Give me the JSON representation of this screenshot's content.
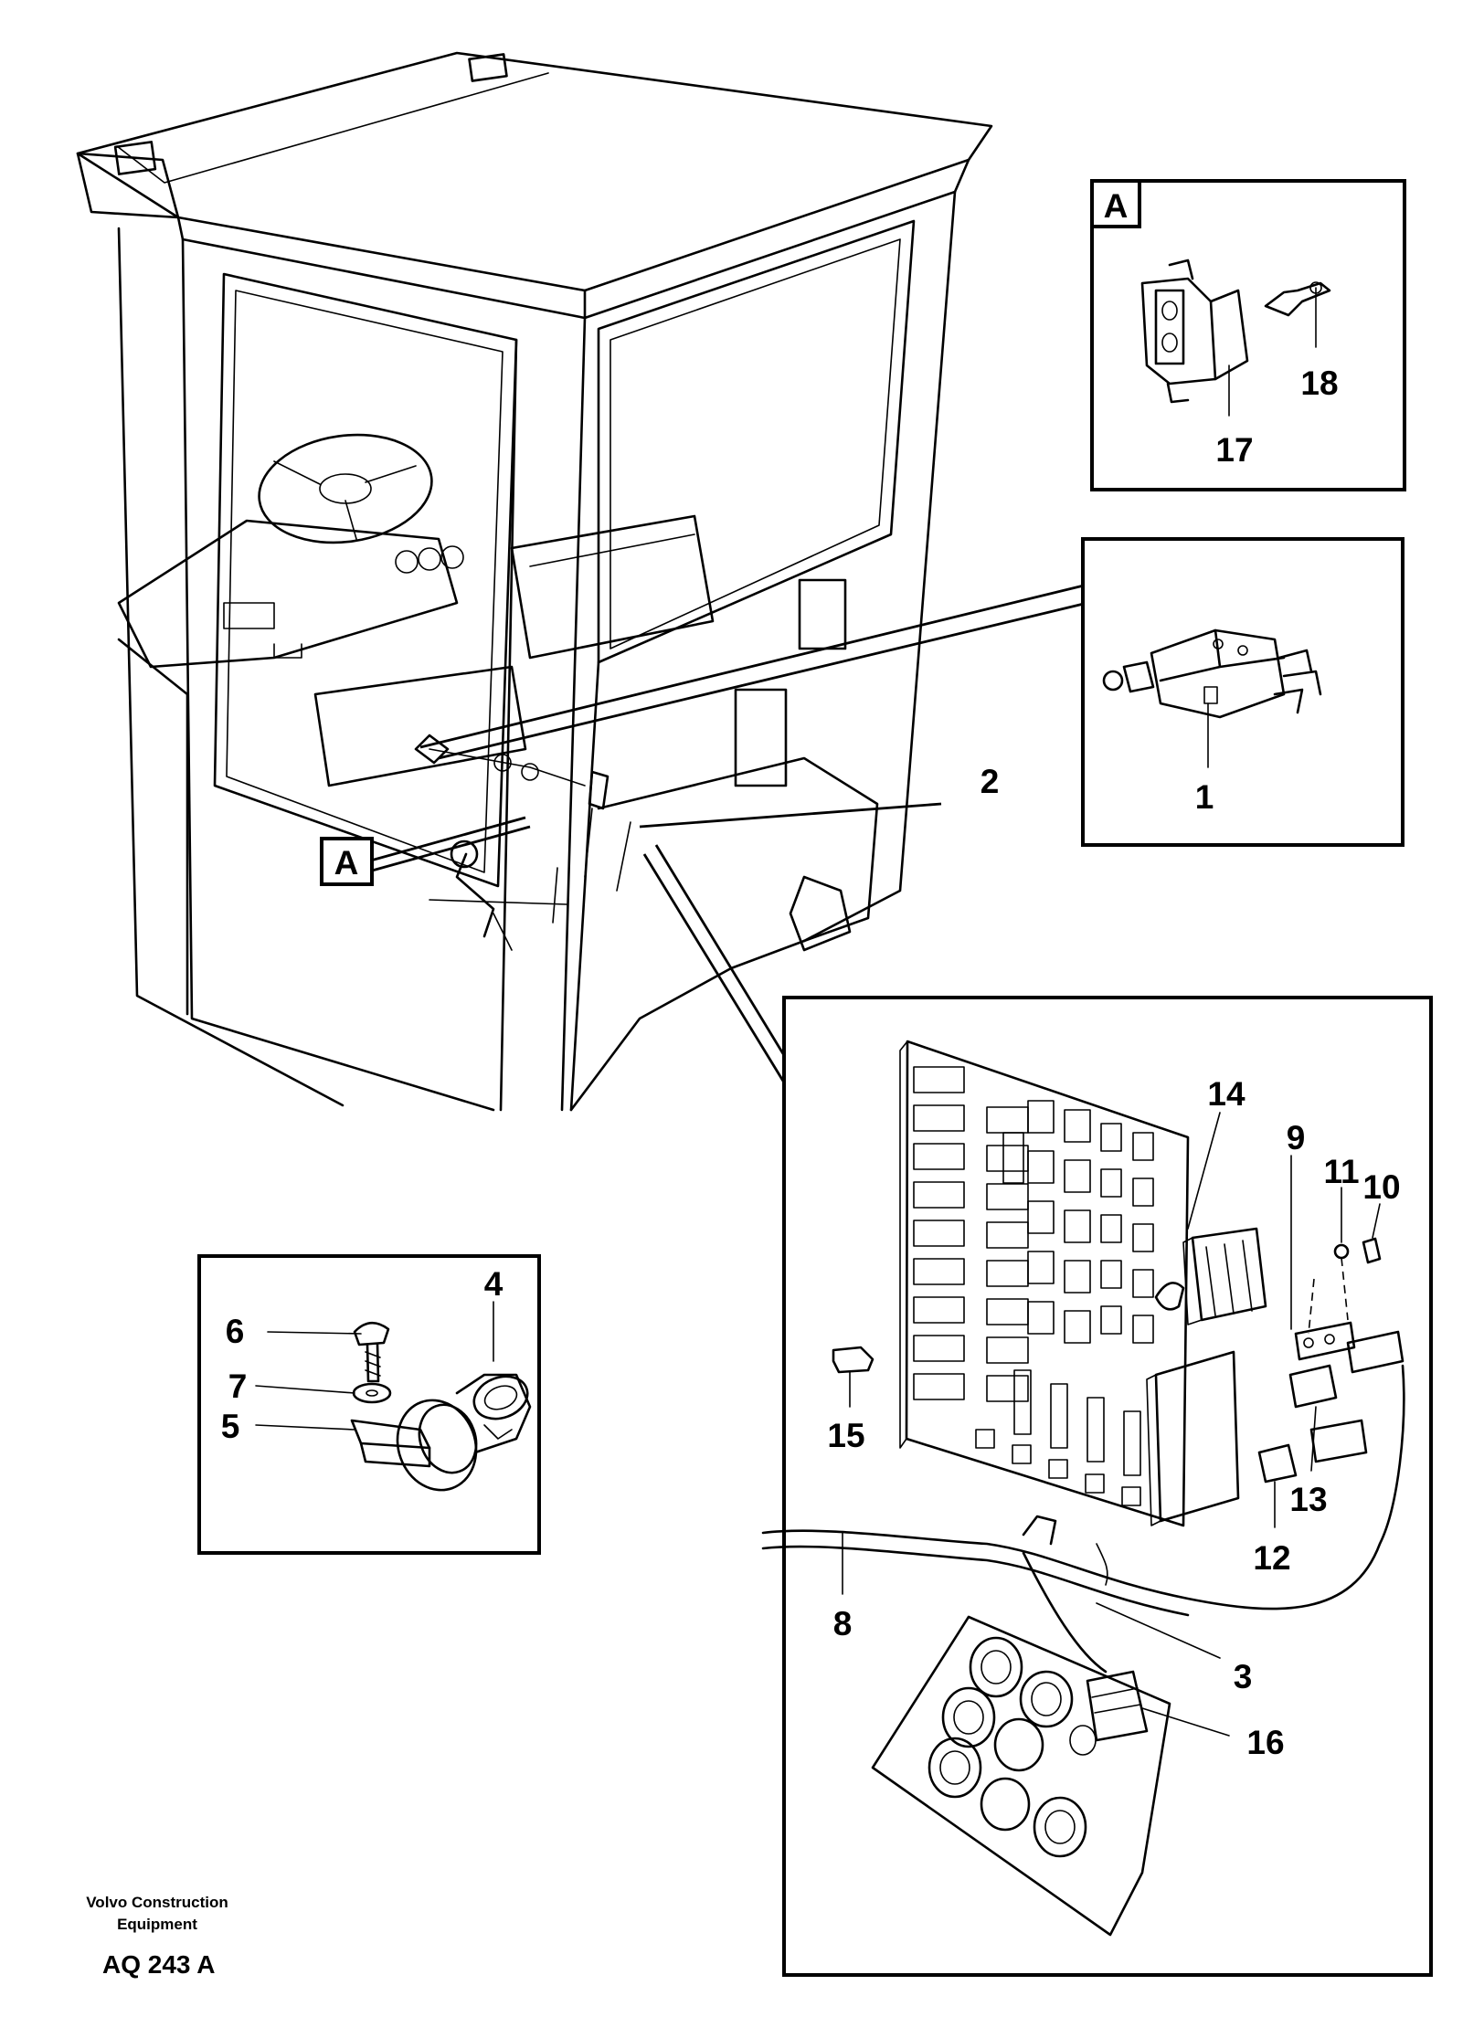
{
  "callouts": {
    "c1": "1",
    "c2": "2",
    "c3": "3",
    "c4": "4",
    "c5": "5",
    "c6": "6",
    "c7": "7",
    "c8": "8",
    "c9": "9",
    "c10": "10",
    "c11": "11",
    "c12": "12",
    "c13": "13",
    "c14": "14",
    "c15": "15",
    "c16": "16",
    "c17": "17",
    "c18": "18"
  },
  "view_labels": {
    "detail_a_box": "A",
    "detail_a_ref": "A"
  },
  "footer": {
    "brand_line1": "Volvo Construction",
    "brand_line2": "Equipment",
    "code": "AQ 243 A"
  }
}
